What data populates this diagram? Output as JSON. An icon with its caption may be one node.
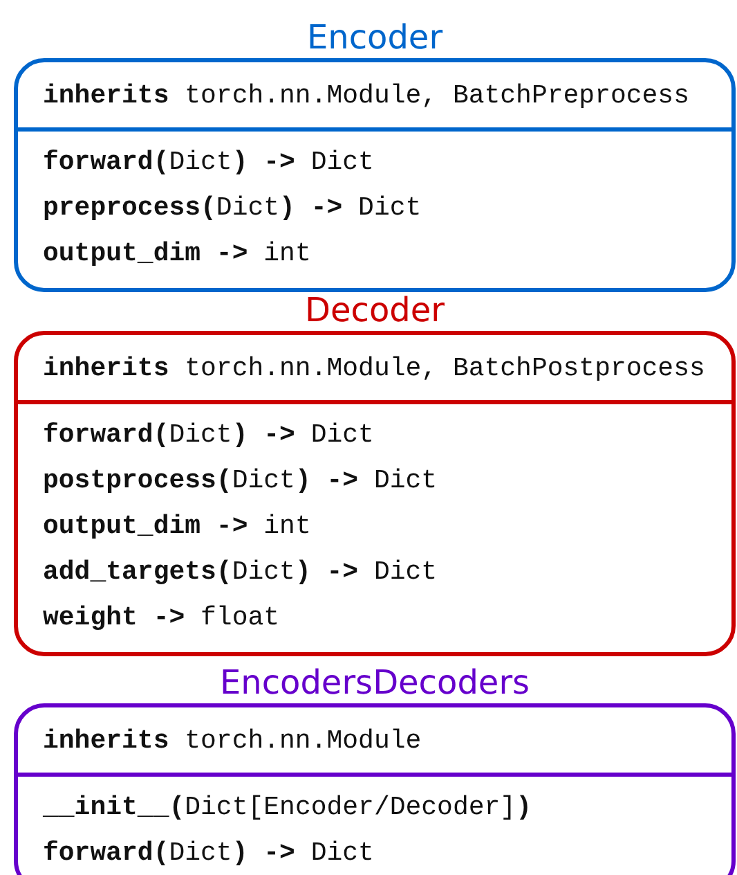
{
  "diagram": {
    "nodes": [
      {
        "text": [
          "Encoder",
          "**inherits** torch.nn.Module, BatchPreprocess",
          "**forward(**Dict**) ->** Dict",
          "**preprocess(**Dict**) ->** Dict",
          "**output_dim ->** int"
        ]
      },
      {
        "text": [
          "Decoder",
          "**inherits** torch.nn.Module, BatchPostprocess",
          "**forward(**Dict**) ->** Dict",
          "**postprocess(**Dict**) ->** Dict",
          "**output_dim ->** int",
          "**add_targets(**Dict**) ->** Dict",
          "**weight ->** float"
        ]
      },
      {
        "text": [
          "EncodersDecoders",
          "**inherits** torch.nn.Module",
          "**__init__(**Dict[Encoder/Decoder]**)**",
          "**forward(**Dict**) ->** Dict"
        ]
      }
    ]
  }
}
